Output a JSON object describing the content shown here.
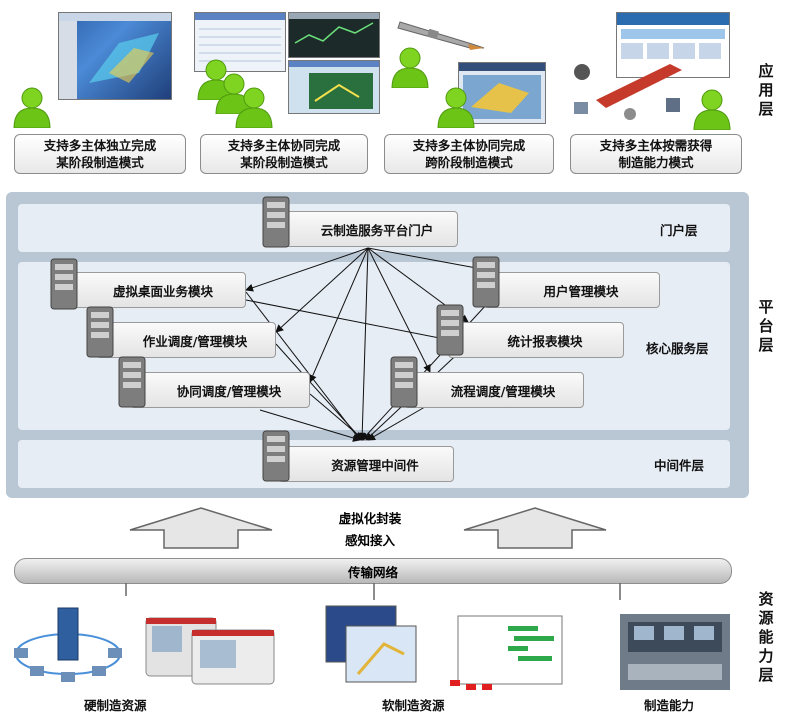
{
  "side_labels": {
    "application": "应用层",
    "platform": "平台层",
    "resource": "资源能力层"
  },
  "application_modes": [
    {
      "line1": "支持多主体独立完成",
      "line2": "某阶段制造模式"
    },
    {
      "line1": "支持多主体协同完成",
      "line2": "某阶段制造模式"
    },
    {
      "line1": "支持多主体协同完成",
      "line2": "跨阶段制造模式"
    },
    {
      "line1": "支持多主体按需获得",
      "line2": "制造能力模式"
    }
  ],
  "platform": {
    "portal_layer": {
      "label": "门户层",
      "module": "云制造服务平台门户"
    },
    "core_layer": {
      "label": "核心服务层",
      "modules": {
        "virtual_desktop": "虚拟桌面业务模块",
        "job_scheduling": "作业调度/管理模块",
        "collab_scheduling": "协同调度/管理模块",
        "user_mgmt": "用户管理模块",
        "statistics": "统计报表模块",
        "workflow": "流程调度/管理模块"
      }
    },
    "middleware_layer": {
      "label": "中间件层",
      "module": "资源管理中间件"
    }
  },
  "access": {
    "line1": "虚拟化封装",
    "line2": "感知接入"
  },
  "network": "传输网络",
  "resources": {
    "hard": "硬制造资源",
    "soft": "软制造资源",
    "capability": "制造能力"
  },
  "colors": {
    "platform_bg": "#b9c7d5",
    "band_bg": "#e7edf5",
    "person_green": "#6cc416",
    "server_gray": "#8a8a8a"
  },
  "icons": [
    "person-icon",
    "server-icon",
    "arrow-up-icon",
    "network-icon",
    "cnc-machine-icon",
    "screen-thumbnail-icon"
  ]
}
